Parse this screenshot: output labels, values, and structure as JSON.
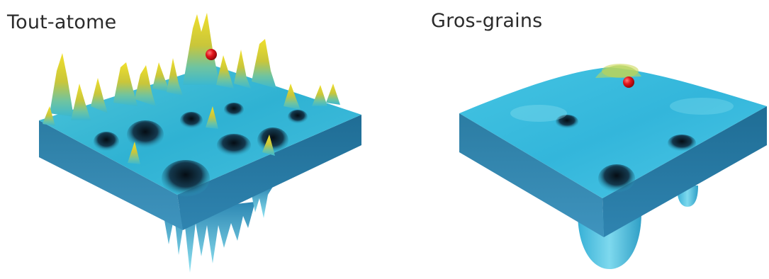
{
  "panels": {
    "all_atom": {
      "title": "Tout-atome"
    },
    "coarse_grained": {
      "title": "Gros-grains"
    }
  },
  "colors": {
    "peak_yellow": "#e8d628",
    "surface_cyan": "#2fb7d8",
    "surface_light": "#7fdcef",
    "side_top": "#2c7fa5",
    "side_bottom": "#3f93bd",
    "well_dark": "#0d2b3c",
    "marker_red": "#e3151b"
  },
  "icons": {
    "marker": "red-sphere-marker"
  }
}
